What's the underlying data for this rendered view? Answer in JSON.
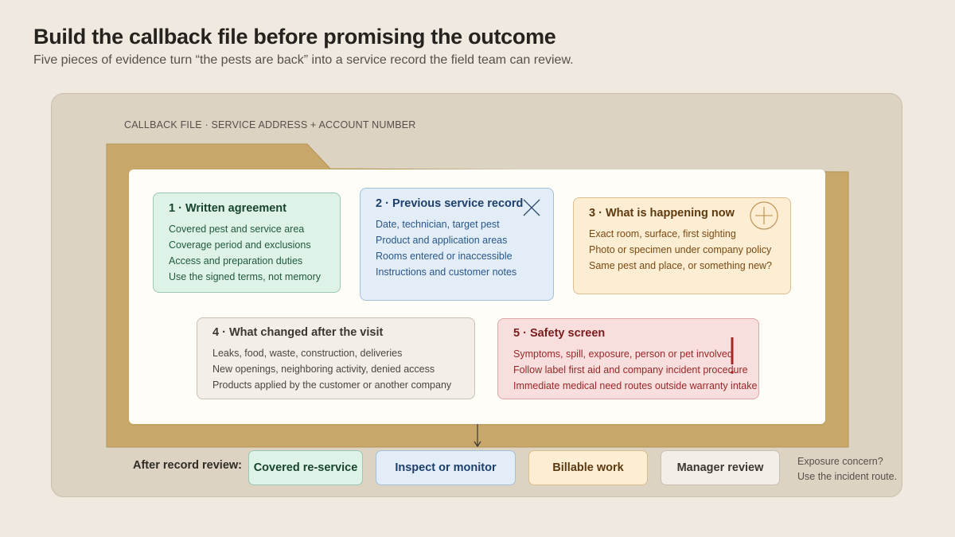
{
  "header": {
    "title": "Build the callback file before promising the outcome",
    "subtitle": "Five pieces of evidence turn “the pests are back” into a service record the field team can review."
  },
  "file_label": "CALLBACK FILE · SERVICE ADDRESS + ACCOUNT NUMBER",
  "cards": [
    {
      "title": "1 · Written agreement",
      "items": [
        "Covered pest and service area",
        "Coverage period and exclusions",
        "Access and preparation duties",
        "Use the signed terms, not memory"
      ]
    },
    {
      "title": "2 · Previous service record",
      "icon": "cross-icon",
      "items": [
        "Date, technician, target pest",
        "Product and application areas",
        "Rooms entered or inaccessible",
        "Instructions and customer notes"
      ]
    },
    {
      "title": "3 · What is happening now",
      "icon": "plus-circle-icon",
      "items": [
        "Exact room, surface, first sighting",
        "Photo or specimen under company policy",
        "Same pest and place, or something new?"
      ]
    },
    {
      "title": "4 · What changed after the visit",
      "items": [
        "Leaks, food, waste, construction, deliveries",
        "New openings, neighboring activity, denied access",
        "Products applied by the customer or another company"
      ]
    },
    {
      "title": "5 · Safety screen",
      "icon": "exclamation-icon",
      "items": [
        "Symptoms, spill, exposure, person or pet involved",
        "Follow label first aid and company incident procedure",
        "Immediate medical need routes outside warranty intake"
      ]
    }
  ],
  "outcomes": {
    "label": "After record review:",
    "options": [
      "Covered re-service",
      "Inspect or monitor",
      "Billable work",
      "Manager review"
    ],
    "note_lines": [
      "Exposure concern?",
      "Use the incident route."
    ]
  },
  "colors": {
    "background": "#efe9df",
    "panel": "#ddd3c3",
    "folder": "#c8a86a",
    "sheet": "#fefdf8",
    "green": "#dff2e8",
    "blue": "#e2edf7",
    "amber": "#fcedd3",
    "neutral": "#f3efe8",
    "red": "#f8dedd"
  }
}
